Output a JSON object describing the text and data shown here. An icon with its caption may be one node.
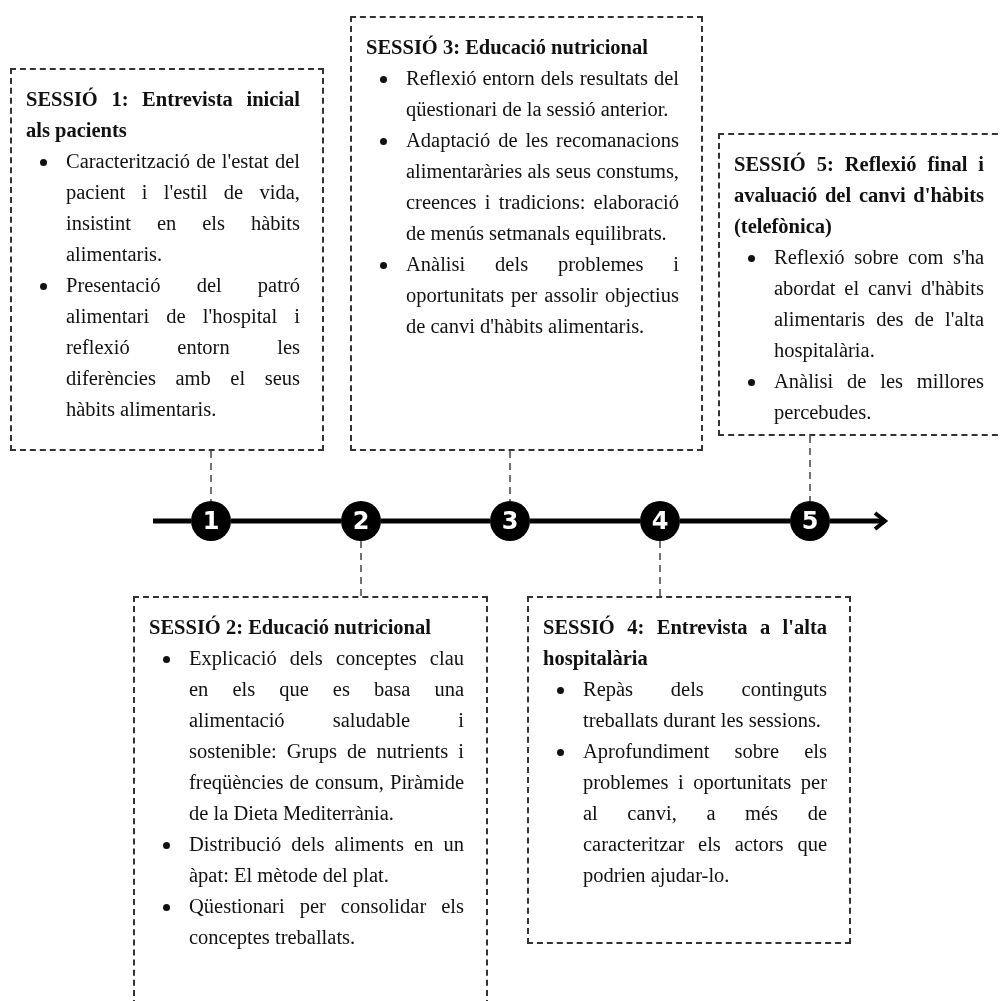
{
  "diagram": {
    "nodes": [
      {
        "text": [
          "SESSIÓ 1: Entrevista inicial als pacients",
          "Caracterització de l'estat del pacient i l'estil de vida, insistint en els hàbits alimentaris.",
          "Presentació del patró alimentari de l'hospital i reflexió entorn les diferències amb el seus hàbits alimentaris."
        ]
      },
      {
        "text": [
          "SESSIÓ 2: Educació nutricional",
          "Explicació dels conceptes clau en els que es basa una alimentació saludable i sostenible: Grups de nutrients i freqüències de consum, Piràmide de la Dieta Mediterrània.",
          "Distribució dels aliments en un àpat: El mètode del plat.",
          "Qüestionari per consolidar els conceptes treballats."
        ]
      },
      {
        "text": [
          "SESSIÓ 3: Educació nutricional",
          "Reflexió entorn dels resultats del qüestionari de la sessió anterior.",
          "Adaptació de les recomanacions alimentaràries als seus constums, creences i tradicions: elaboració de menús setmanals equilibrats.",
          "Anàlisi dels problemes i oportunitats per assolir objectius de canvi d'hàbits alimentaris."
        ]
      },
      {
        "text": [
          "SESSIÓ 4: Entrevista a l'alta hospitalària",
          "Repàs dels continguts treballats durant les sessions.",
          "Aprofundiment sobre els problemes i oportunitats per al canvi, a més de caracteritzar els actors que podrien ajudar-lo."
        ]
      },
      {
        "text": [
          "SESSIÓ 5: Reflexió final i avaluació del canvi d'hàbits (telefònica)",
          "Reflexió sobre com s'ha abordat el canvi d'hàbits alimentaris des de l'alta hospitalària.",
          "Anàlisi de les millores percebudes."
        ]
      },
      {
        "text": [
          "1"
        ]
      },
      {
        "text": [
          "2"
        ]
      },
      {
        "text": [
          "3"
        ]
      },
      {
        "text": [
          "4"
        ]
      },
      {
        "text": [
          "5"
        ]
      }
    ],
    "edges": [
      {
        "from": null,
        "to": 5,
        "arrow": "none"
      },
      {
        "from": 5,
        "to": 6,
        "arrow": "none"
      },
      {
        "from": 6,
        "to": 7,
        "arrow": "none"
      },
      {
        "from": 7,
        "to": 8,
        "arrow": "none"
      },
      {
        "from": 8,
        "to": 9,
        "arrow": "none"
      },
      {
        "from": 9,
        "to": null,
        "arrow": "to"
      },
      {
        "from": 0,
        "to": 5,
        "arrow": "none",
        "style": "dashed"
      },
      {
        "from": 6,
        "to": 1,
        "arrow": "none",
        "style": "dashed"
      },
      {
        "from": 2,
        "to": 7,
        "arrow": "none",
        "style": "dashed"
      },
      {
        "from": 8,
        "to": 3,
        "arrow": "none",
        "style": "dashed"
      },
      {
        "from": 4,
        "to": 9,
        "arrow": "none",
        "style": "dashed"
      }
    ]
  }
}
